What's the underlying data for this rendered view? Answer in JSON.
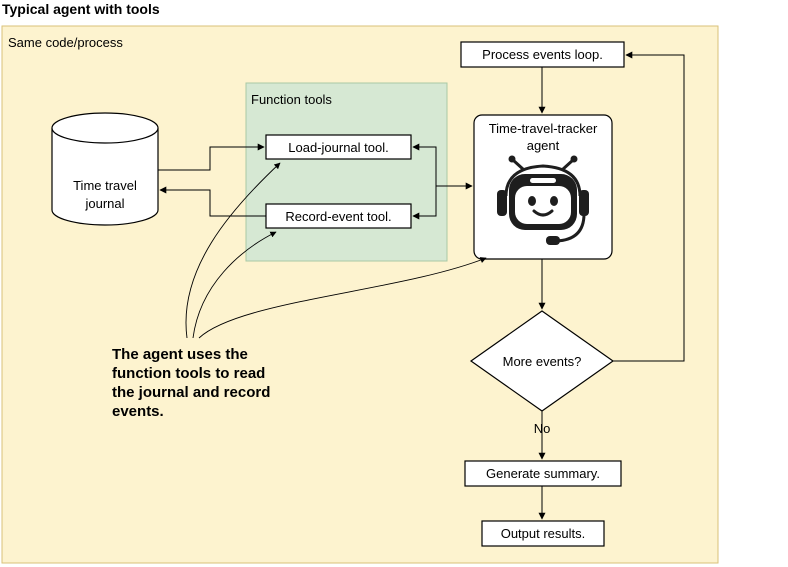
{
  "title": "Typical agent with tools",
  "container_label": "Same code/process",
  "group_label": "Function tools",
  "nodes": {
    "journal": {
      "line1": "Time travel",
      "line2": "journal"
    },
    "load_tool": "Load-journal tool.",
    "record_tool": "Record-event tool.",
    "process_loop": "Process events loop.",
    "agent": {
      "line1": "Time-travel-tracker",
      "line2": "agent"
    },
    "decision": "More events?",
    "no_label": "No",
    "summary": "Generate summary.",
    "output": "Output results."
  },
  "annotation": {
    "line1": "The agent uses the",
    "line2": "function tools to read",
    "line3": "the journal and record",
    "line4": "events."
  },
  "icons": {
    "agent": "robot-headset-icon"
  },
  "colors": {
    "container_fill": "#fdf3cf",
    "container_stroke": "#d9c27a",
    "group_fill": "#d6e8d3",
    "group_stroke": "#a9c9a4",
    "stroke": "#000000"
  }
}
